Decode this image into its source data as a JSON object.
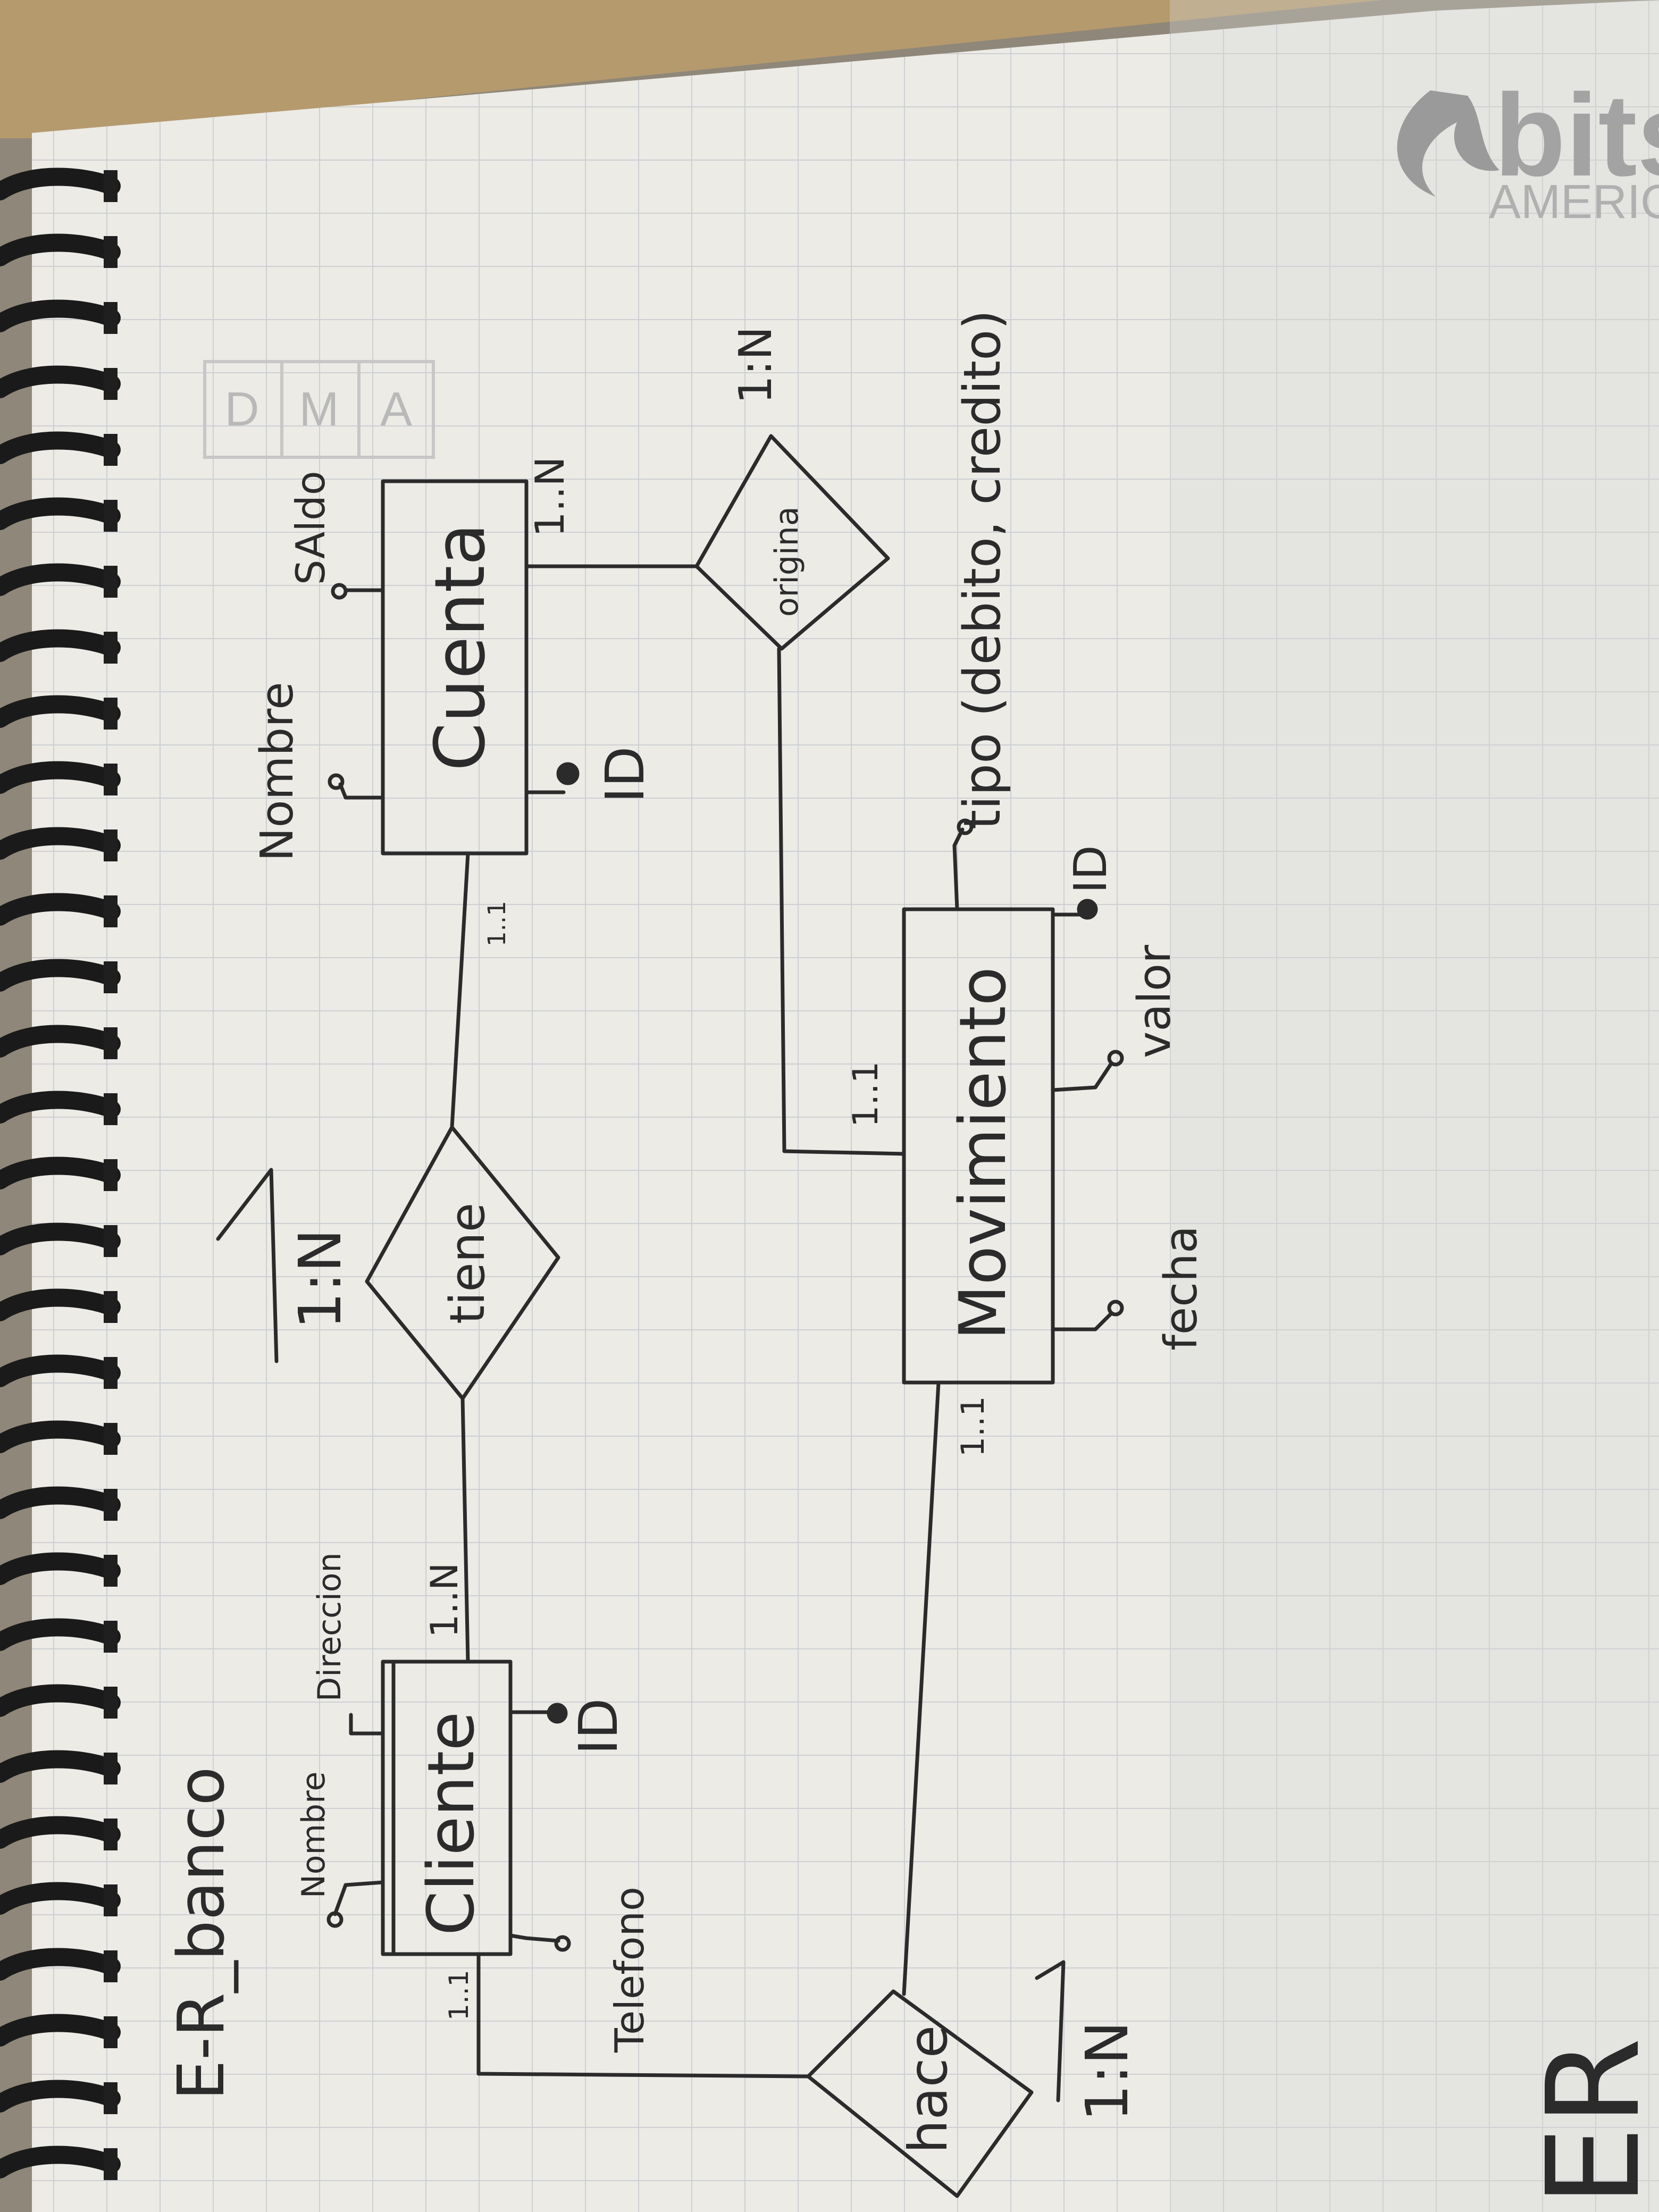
{
  "diagram": {
    "title": "E-R_banco",
    "entities": {
      "cliente": "Cliente",
      "cuenta": "Cuenta",
      "movimiento": "Movimiento"
    },
    "relationships": {
      "tiene": "tiene",
      "origina": "origina",
      "hace": "hace"
    },
    "attributes": {
      "cliente_nombre": "Nombre",
      "cliente_direccion": "Direccion",
      "cliente_telefono": "Telefono",
      "cliente_id": "ID",
      "cuenta_nombre": "Nombre",
      "cuenta_saldo": "SAldo",
      "cuenta_id": "ID",
      "mov_tipo": "tipo (debito, credito)",
      "mov_id": "ID",
      "mov_valor": "valor",
      "mov_fecha": "fecha"
    },
    "cardinalities": {
      "tiene_ratio": "1:N",
      "cliente_tiene": "1..N",
      "cuenta_tiene": "1..1",
      "origina_ratio": "1:N",
      "cuenta_origina": "1..N",
      "movimiento_origina": "1..1",
      "hace_ratio": "1:N",
      "cliente_hace": "1..1",
      "movimiento_hace": "1..1"
    }
  },
  "notebook": {
    "brand": "bits",
    "brand_sub": "AMERICA",
    "dma_letters": [
      "D",
      "M",
      "A"
    ],
    "margin_text": "ER"
  },
  "colors": {
    "ink": "#2b2b2b",
    "paper": "#ecebe6",
    "grid": "#c9ccd0",
    "spiral": "#1a1a1a",
    "table": "#8f8779"
  }
}
